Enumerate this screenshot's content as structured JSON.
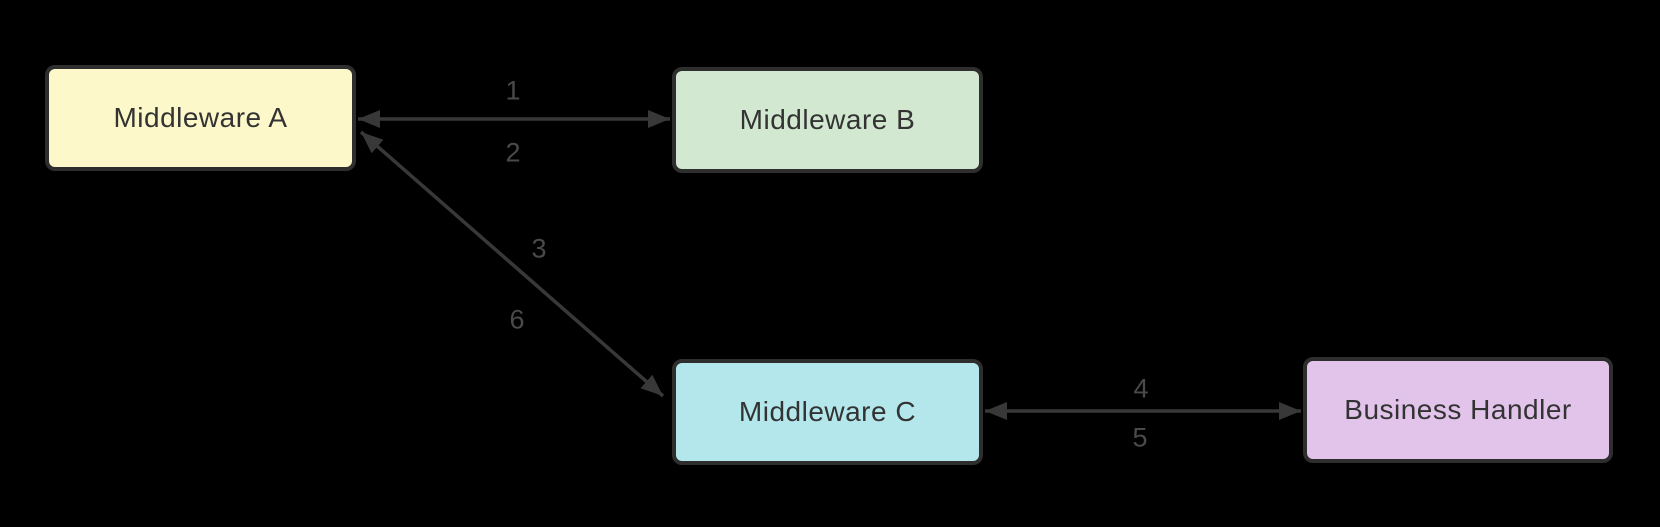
{
  "diagram": {
    "type": "flowchart",
    "background_color": "#000000",
    "edge_color": "#383838",
    "edge_label_color": "#4a4a4a",
    "node_border_color": "#2e2e2e",
    "node_text_color": "#333333",
    "nodes": [
      {
        "id": "middleware-a",
        "label": "Middleware A",
        "fill": "#fdf8c9"
      },
      {
        "id": "middleware-b",
        "label": "Middleware B",
        "fill": "#d2e8d0"
      },
      {
        "id": "middleware-c",
        "label": "Middleware C",
        "fill": "#b3e7eb"
      },
      {
        "id": "business-handler",
        "label": "Business Handler",
        "fill": "#e2c4eb"
      }
    ],
    "edges": [
      {
        "from": "middleware-a",
        "to": "middleware-b",
        "direction": "bidirectional",
        "labels": [
          {
            "text": "1",
            "position": "above"
          },
          {
            "text": "2",
            "position": "below"
          }
        ]
      },
      {
        "from": "middleware-a",
        "to": "middleware-c",
        "direction": "bidirectional",
        "labels": [
          {
            "text": "3",
            "position": "above"
          },
          {
            "text": "6",
            "position": "below"
          }
        ]
      },
      {
        "from": "middleware-c",
        "to": "business-handler",
        "direction": "bidirectional",
        "labels": [
          {
            "text": "4",
            "position": "above"
          },
          {
            "text": "5",
            "position": "below"
          }
        ]
      }
    ]
  }
}
